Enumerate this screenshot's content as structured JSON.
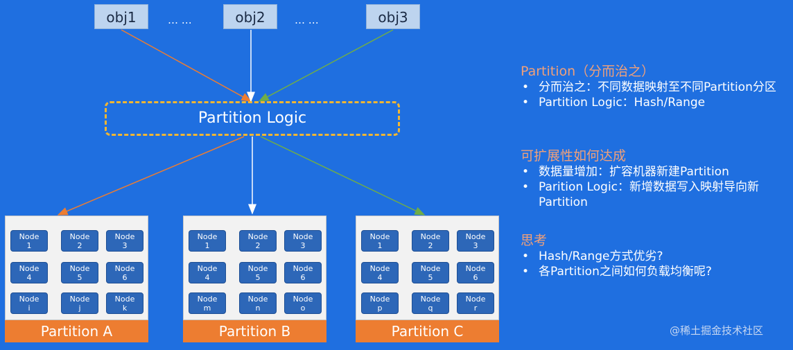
{
  "objects": [
    "obj1",
    "obj2",
    "obj3"
  ],
  "ellipsis": "… …",
  "logic_label": "Partition Logic",
  "partitions": [
    {
      "label": "Partition A",
      "nodes": [
        {
          "name": "Node",
          "id": "1"
        },
        {
          "name": "Node",
          "id": "2"
        },
        {
          "name": "Node",
          "id": "3"
        },
        {
          "name": "Node",
          "id": "4"
        },
        {
          "name": "Node",
          "id": "5"
        },
        {
          "name": "Node",
          "id": "6"
        },
        {
          "name": "Node",
          "id": "i"
        },
        {
          "name": "Node",
          "id": "j"
        },
        {
          "name": "Node",
          "id": "k"
        }
      ]
    },
    {
      "label": "Partition B",
      "nodes": [
        {
          "name": "Node",
          "id": "1"
        },
        {
          "name": "Node",
          "id": "2"
        },
        {
          "name": "Node",
          "id": "3"
        },
        {
          "name": "Node",
          "id": "4"
        },
        {
          "name": "Node",
          "id": "5"
        },
        {
          "name": "Node",
          "id": "6"
        },
        {
          "name": "Node",
          "id": "m"
        },
        {
          "name": "Node",
          "id": "n"
        },
        {
          "name": "Node",
          "id": "o"
        }
      ]
    },
    {
      "label": "Partition C",
      "nodes": [
        {
          "name": "Node",
          "id": "1"
        },
        {
          "name": "Node",
          "id": "2"
        },
        {
          "name": "Node",
          "id": "3"
        },
        {
          "name": "Node",
          "id": "4"
        },
        {
          "name": "Node",
          "id": "5"
        },
        {
          "name": "Node",
          "id": "6"
        },
        {
          "name": "Node",
          "id": "p"
        },
        {
          "name": "Node",
          "id": "q"
        },
        {
          "name": "Node",
          "id": "r"
        }
      ]
    }
  ],
  "sections": [
    {
      "title": "Partition（分而治之）",
      "bullets": [
        "分而治之：不同数据映射至不同Partition分区",
        "Partition Logic：Hash/Range"
      ]
    },
    {
      "title": "可扩展性如何达成",
      "bullets": [
        "数据量增加：扩容机器新建Partition",
        "Parition Logic：新增数据写入映射导向新Partition"
      ]
    },
    {
      "title": "思考",
      "bullets": [
        "Hash/Range方式优劣?",
        "各Partition之间如何负载均衡呢?"
      ]
    }
  ],
  "watermark": "@稀土掘金技术社区",
  "colors": {
    "background": "#1f6fe0",
    "orange_arrow": "#ed7d31",
    "green_arrow": "#70ad47",
    "white_arrow": "#ffffff",
    "dashed_border": "#f2b632",
    "partition_label": "#ed7d31",
    "section_title": "#f0a07a"
  }
}
